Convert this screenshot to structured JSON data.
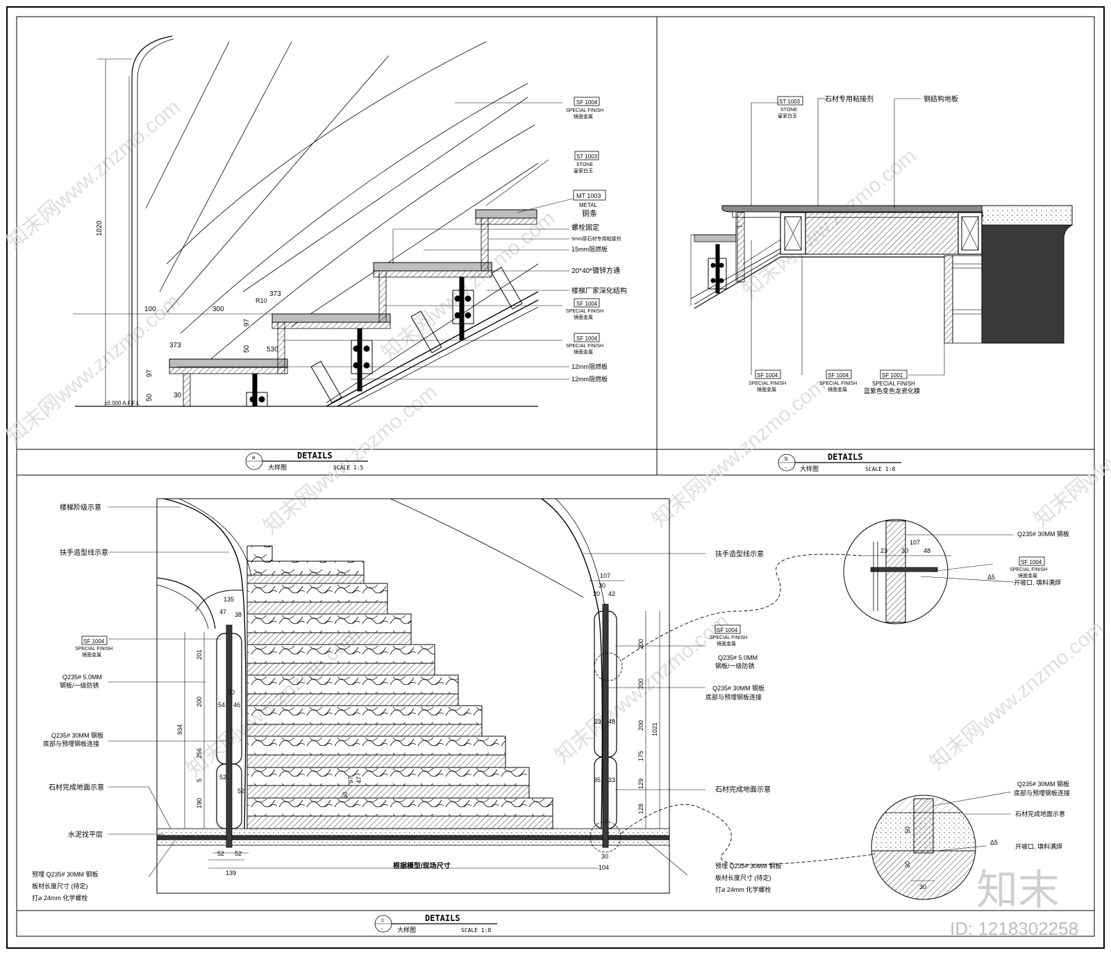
{
  "drawing": {
    "panel_a": {
      "title": "DETAILS",
      "subtitle": "大样图",
      "scale": "SCALE 1:5",
      "mark_top": "a",
      "mark_bottom": "-",
      "dims": {
        "d1020": "1020",
        "d100": "100",
        "d300": "300",
        "d373a": "373",
        "d373b": "373",
        "d97a": "97",
        "d97b": "97",
        "d50a": "50",
        "d50b": "50",
        "d30a": "30",
        "d530": "530",
        "dr10": "R10",
        "ffl": "±0.000 A.F.F.L"
      },
      "callouts": [
        {
          "code": "SF 1004",
          "l1": "SPECIAL FINISH",
          "l2": "镜面金属"
        },
        {
          "code": "ST 1003",
          "l1": "STONE",
          "l2": "皇家白玉"
        },
        {
          "code": "MT 1003",
          "l1": "METAL",
          "l2": "铜条"
        },
        {
          "code": "",
          "l1": "螺栓固定",
          "l2": ""
        },
        {
          "code": "",
          "l1": "5mm厚石材专用粘接剂",
          "l2": ""
        },
        {
          "code": "",
          "l1": "15mm阻燃板",
          "l2": ""
        },
        {
          "code": "",
          "l1": "20*40*镀锌方通",
          "l2": ""
        },
        {
          "code": "",
          "l1": "楼梯厂家深化结构",
          "l2": ""
        },
        {
          "code": "SF 1004",
          "l1": "SPECIAL FINISH",
          "l2": "镜面金属"
        },
        {
          "code": "SF 1004",
          "l1": "SPECIAL FINISH",
          "l2": "镜面金属"
        },
        {
          "code": "",
          "l1": "12mm阻燃板",
          "l2": ""
        },
        {
          "code": "",
          "l1": "12mm阻燃板",
          "l2": ""
        }
      ]
    },
    "panel_b": {
      "title": "DETAILS",
      "subtitle": "大样图",
      "scale": "SCALE 1:8",
      "mark_top": "b",
      "mark_bottom": "-",
      "top_callouts": [
        {
          "code": "ST 1003",
          "l1": "STONE",
          "l2": "皇家白玉"
        },
        {
          "code": "",
          "l1": "石材专用粘接剂",
          "l2": ""
        },
        {
          "code": "",
          "l1": "钢结构地板",
          "l2": ""
        }
      ],
      "bottom_callouts": [
        {
          "code": "SF 1004",
          "l1": "SPECIAL FINISH",
          "l2": "镜面金属"
        },
        {
          "code": "SF 1004",
          "l1": "SPECIAL FINISH",
          "l2": "镜面金属"
        },
        {
          "code": "SF 1001",
          "l1": "SPECIAL FINISH",
          "l2": "蓝紫色变色龙瓷化膜"
        }
      ]
    },
    "panel_c": {
      "title": "DETAILS",
      "subtitle": "大样图",
      "scale": "SCALE 1:8",
      "mark_top": "c",
      "mark_bottom": "-",
      "center_note": "根据模型/现场尺寸",
      "left_labels": {
        "stair_step": "楼梯阶级示意",
        "handrail": "扶手造型线示意",
        "sf_code": "SF 1004",
        "sf_l1": "SPECIAL FINISH",
        "sf_l2": "镜面金属",
        "plate5_l1": "Q235# 5.0MM",
        "plate5_l2": "钢板/一级防锈",
        "plate30_l1": "Q235# 30MM 钢板",
        "plate30_l2": "底部与预埋钢板连接",
        "stone_floor": "石材完成地面示意",
        "cement": "水泥找平层",
        "embed_l1": "预埋 Q235# 30MM 钢板",
        "embed_l2": "板材长度尺寸 (待定)",
        "embed_l3": "打⌀ 24mm 化学螺栓"
      },
      "right_labels": {
        "handrail": "扶手造型线示意",
        "sf_code": "SF 1004",
        "sf_l1": "SPECIAL FINISH",
        "sf_l2": "镜面金属",
        "plate5_l1": "Q235# 5.0MM",
        "plate5_l2": "钢板/一级防锈",
        "plate30_l1": "Q235# 30MM 钢板",
        "plate30_l2": "底部与预埋钢板连接",
        "stone_floor": "石材完成地面示意",
        "embed_l1": "预埋 Q235# 30MM 钢板",
        "embed_l2": "板材长度尺寸 (待定)",
        "embed_l3": "打⌀ 24mm 化学螺栓"
      },
      "left_dims": {
        "d135": "135",
        "d47": "47",
        "d38": "38",
        "d54": "54",
        "d46": "46",
        "d30": "30",
        "d52a": "52",
        "d52b": "52",
        "d934": "934",
        "d201": "201",
        "d200": "200",
        "d256": "256",
        "d190": "190",
        "d5": "5",
        "d52c": "52",
        "d52d": "52",
        "d139": "139",
        "d50": "50",
        "d97": "97",
        "d47b": "47"
      },
      "right_dims": {
        "d107": "107",
        "d30": "30",
        "d20": "20",
        "d42": "42",
        "d23": "23",
        "d48": "48",
        "d1021": "1021",
        "d200a": "200",
        "d200b": "200",
        "d200c": "200",
        "d175": "175",
        "d129": "129",
        "d128": "128",
        "d35": "35",
        "d33": "33",
        "d104": "104",
        "d30b": "30"
      },
      "detail_top": {
        "plate": "Q235# 30MM 钢板",
        "d107": "107",
        "d23": "23",
        "d30": "30",
        "d48": "48",
        "sf_code": "SF 1004",
        "sf_l1": "SPECIAL FINISH",
        "sf_l2": "镜面金属",
        "weld": "开坡口, 填料满焊",
        "weld_sym": "Δ5"
      },
      "detail_bottom": {
        "plate_l1": "Q235# 30MM 钢板",
        "plate_l2": "底部与预埋钢板连接",
        "stone": "石材完成地面示意",
        "weld": "开坡口, 填料满焊",
        "weld_sym": "Δ5",
        "d50": "50",
        "d30a": "30",
        "d30b": "30"
      }
    },
    "watermark_text": "知末网www.znzmo.com",
    "logo_text": "知末",
    "id_text": "ID: 1218302258"
  },
  "colors": {
    "ink": "#000000",
    "dark_fill": "#3a3a3a",
    "watermark": "#d8d8d8",
    "paper": "#ffffff"
  }
}
